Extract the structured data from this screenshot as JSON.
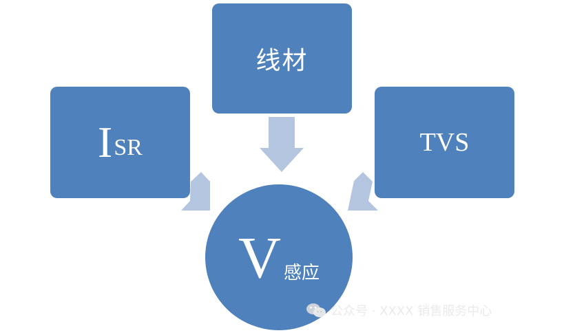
{
  "nodes": {
    "isr": {
      "main": "I",
      "sub": "SR"
    },
    "wire": {
      "label": "线材"
    },
    "tvs": {
      "label": "TVS"
    },
    "v_induced": {
      "main": "V",
      "sub": "感应"
    }
  },
  "watermark": {
    "text": "公众号 · XXXX 销售服务中心"
  },
  "colors": {
    "box": "#4f81bd",
    "arrow": "#b3c5df",
    "text": "#ffffff"
  },
  "icons": {
    "watermark": "wechat-icon"
  }
}
